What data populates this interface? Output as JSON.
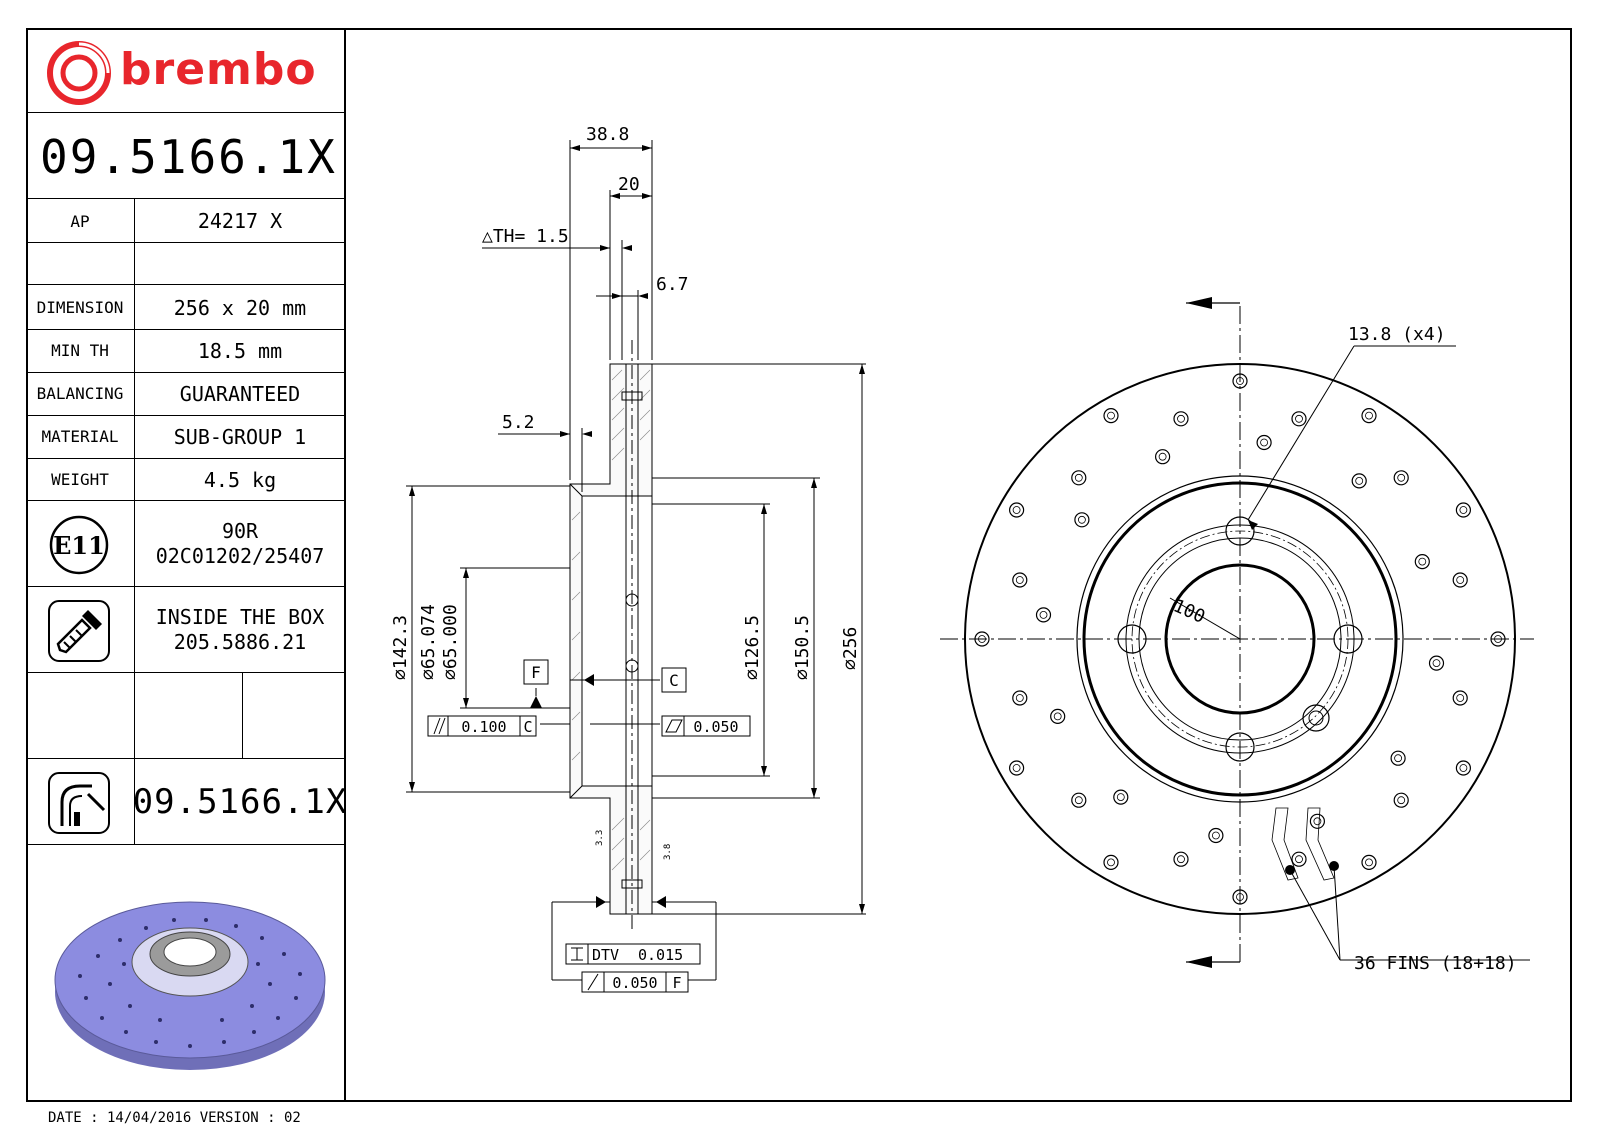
{
  "logo": {
    "brand": "brembo",
    "brand_color": "#e8262c"
  },
  "part_number": "09.5166.1X",
  "ap": {
    "label": "AP",
    "value": "24217 X"
  },
  "specs": [
    {
      "label": "DIMENSION",
      "value": "256 x 20 mm"
    },
    {
      "label": "MIN TH",
      "value": "18.5 mm"
    },
    {
      "label": "BALANCING",
      "value": "GUARANTEED"
    },
    {
      "label": "MATERIAL",
      "value": "SUB-GROUP 1"
    },
    {
      "label": "WEIGHT",
      "value": "4.5 kg"
    }
  ],
  "homologation": {
    "mark": "E11",
    "line1": "90R",
    "line2": "02C01202/25407"
  },
  "inside_box": {
    "line1": "INSIDE THE BOX",
    "line2": "205.5886.21"
  },
  "part_number_repeat": "09.5166.1X",
  "footer": "DATE : 14/04/2016 VERSION : 02",
  "section_dims": {
    "overall_width": "38.8",
    "thickness": "20",
    "delta_th": "△TH= 1.5",
    "hat_offset": "6.7",
    "flange": "5.2",
    "d_142_3": "⌀142.3",
    "d_65_074": "⌀65.074",
    "d_65_000": "⌀65.000",
    "d_126_5": "⌀126.5",
    "d_150_5": "⌀150.5",
    "d_256": "⌀256",
    "datum_f": "F",
    "datum_c": "C",
    "tol_parallel": "0.100",
    "tol_parallel_ref": "C",
    "tol_flat": "0.050",
    "dtv_label": "DTV",
    "dtv_value": "0.015",
    "runout_value": "0.050",
    "runout_ref": "F",
    "vane_a": "3.3",
    "vane_b": "3.8"
  },
  "face_dims": {
    "bolt_hole": "13.8 (x4)",
    "pcd": "100",
    "fins": "36 FINS (18+18)"
  },
  "colors": {
    "disc_render": "#8c8ce0",
    "line": "#000000",
    "leader_grey": "#555555"
  }
}
